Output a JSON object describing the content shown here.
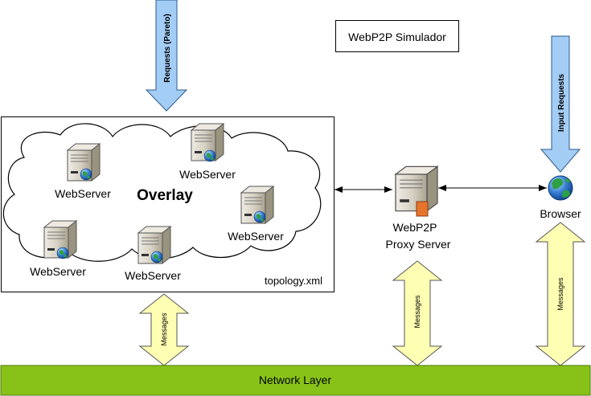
{
  "title": "WebP2P Simulador",
  "overlay": {
    "label": "Overlay",
    "file": "topology.xml"
  },
  "webservers": {
    "ws1": "WebServer",
    "ws2": "WebServer",
    "ws3": "WebServer",
    "ws4": "WebServer",
    "ws5": "WebServer"
  },
  "proxy": {
    "line1": "WebP2P",
    "line2": "Proxy Server"
  },
  "browser": {
    "label": "Browser"
  },
  "requests_arrow": "Requests (Pareto)",
  "input_requests_arrow": "Input Requests",
  "messages": {
    "left": "Messages",
    "middle": "Messages",
    "right": "Messages"
  },
  "network_layer": "Network Layer",
  "colors": {
    "blue_arrow": "#a4cdf5",
    "yellow_arrow": "#ffffb3",
    "network_bar": "#88c218",
    "server_body": "#d8d2c4",
    "globe": "#3b82d6"
  }
}
